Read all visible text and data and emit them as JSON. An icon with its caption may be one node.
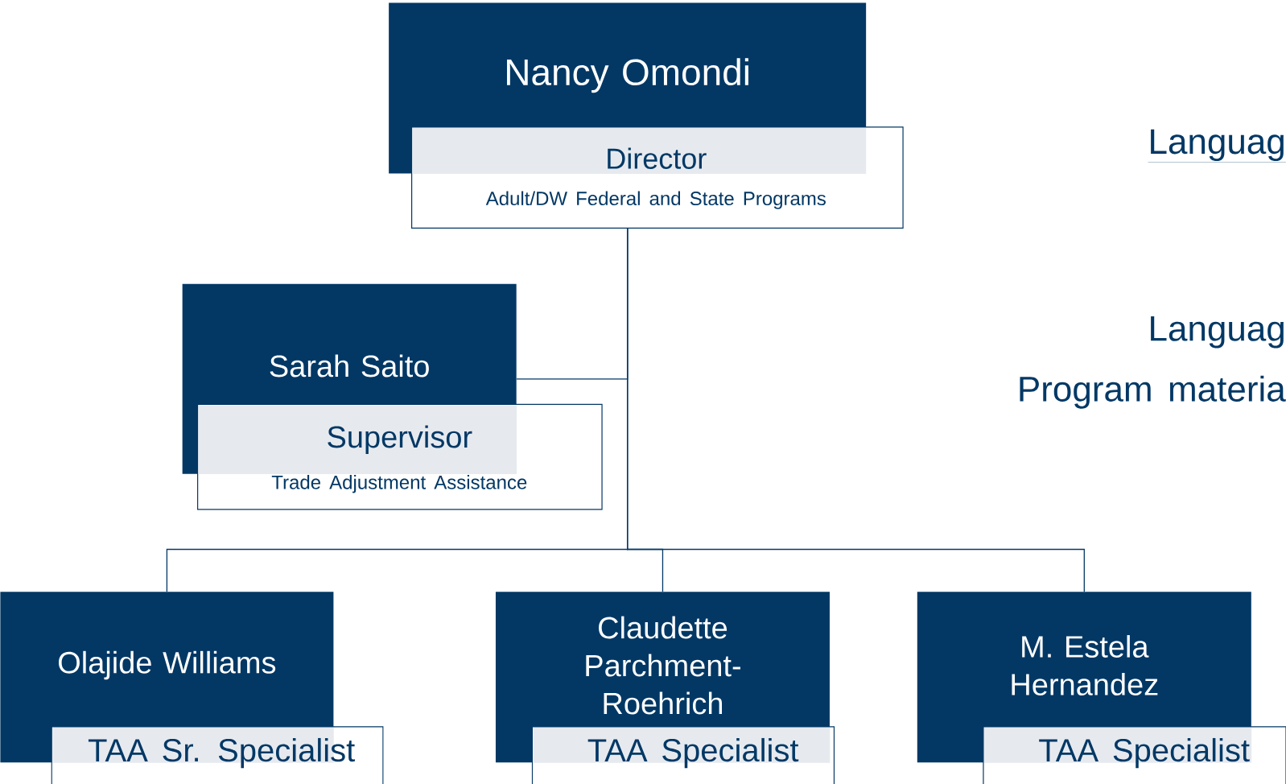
{
  "diagram": {
    "nodes": [
      {
        "text": [
          "Nancy Omondi",
          "Director",
          "Adult/DW Federal and State Programs"
        ]
      },
      {
        "text": [
          "Sarah Saito",
          "Supervisor",
          "Trade Adjustment Assistance"
        ]
      },
      {
        "text": [
          "Olajide Williams",
          "TAA Sr. Specialist"
        ]
      },
      {
        "text": [
          "Claudette Parchment-Roehrich",
          "TAA Specialist"
        ]
      },
      {
        "text": [
          "M. Estela Hernandez",
          "TAA Specialist"
        ]
      }
    ],
    "edges": [
      {
        "from": 0,
        "to": 1,
        "arrow": "none"
      },
      {
        "from": 0,
        "to": 2,
        "arrow": "none"
      },
      {
        "from": 0,
        "to": 3,
        "arrow": "none"
      },
      {
        "from": 0,
        "to": 4,
        "arrow": "none"
      }
    ],
    "labels": [
      "Languag",
      "Languag",
      "Program materia"
    ]
  }
}
